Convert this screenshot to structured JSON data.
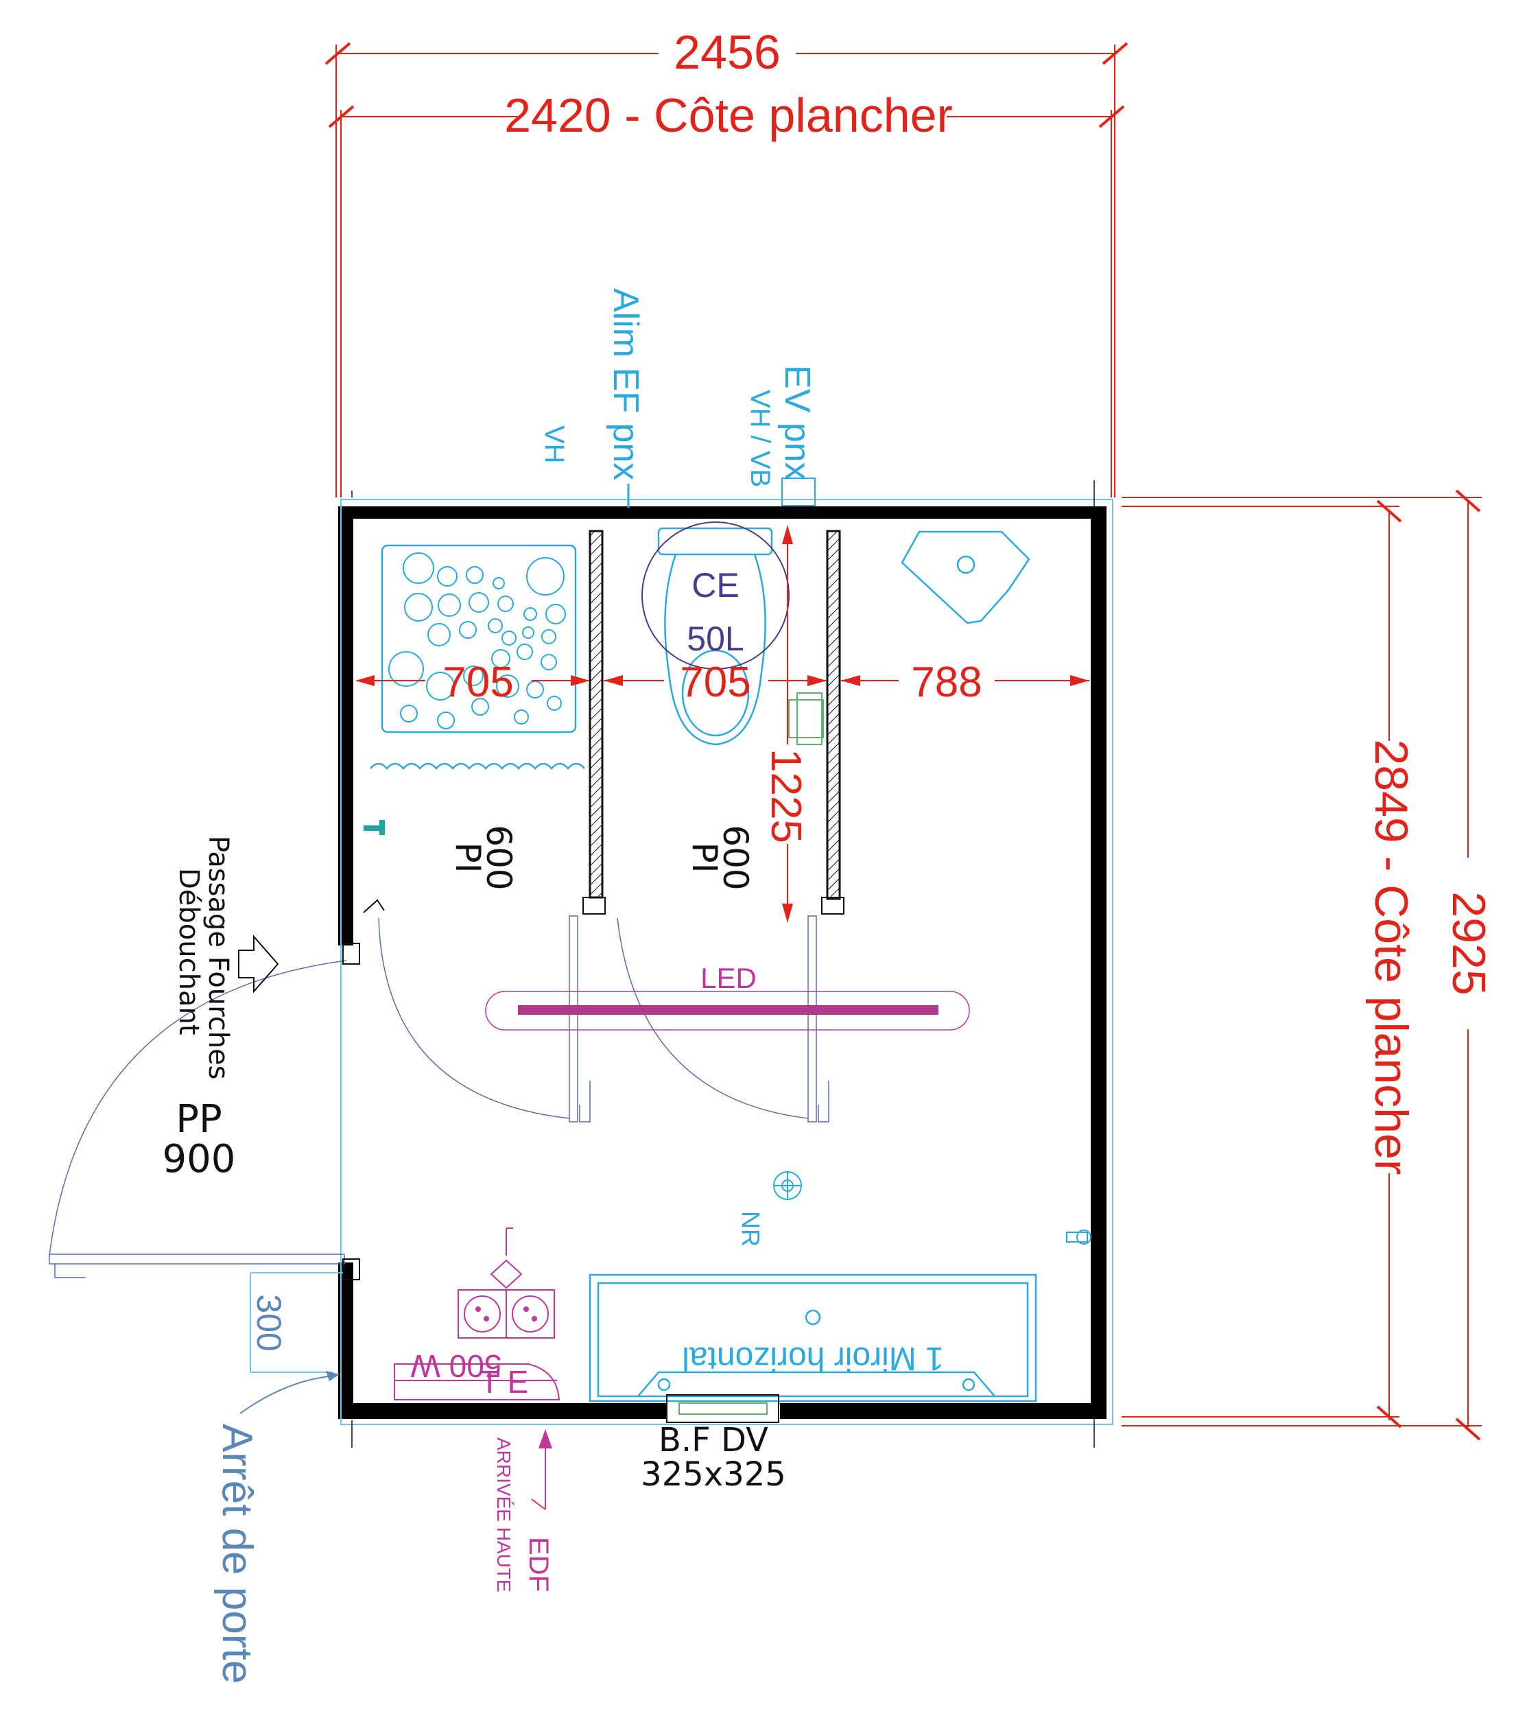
{
  "dimensions": {
    "overall_width": "2456",
    "floor_width": "2420 - Côte plancher",
    "cubicle_1_width": "705",
    "cubicle_2_width": "705",
    "basin_zone_width": "788",
    "partition_depth": "1225",
    "floor_depth": "2849 - Côte plancher",
    "overall_depth": "2925",
    "door_stop_offset": "300"
  },
  "annotations": {
    "vh": "VH",
    "alim_ef": "Alim EF pnx",
    "ev_pnx": "EV pnx",
    "vh_vb": "VH / VB",
    "water_heater_line1": "CE",
    "water_heater_line2": "50L",
    "door_1_type": "PI",
    "door_1_size": "600",
    "door_2_type": "PI",
    "door_2_size": "600",
    "forklift_line1": "Passage Fourches",
    "forklift_line2": "Débouchant",
    "main_door_type": "PP",
    "main_door_size": "900",
    "led": "LED",
    "nr": "NR",
    "mirror": "1 Miroir horizontal",
    "heater_power": "500 W",
    "te": "T E",
    "floor_drain_line1": "B.F DV",
    "floor_drain_line2": "325x325",
    "arrivee_haute": "ARRIVÉE HAUTE",
    "edf": "EDF",
    "door_stop": "Arrêt de porte"
  },
  "colors": {
    "dimension": "#e2231a",
    "plumbing": "#29a9e0",
    "electrical": "#c1369a",
    "wall": "#000000",
    "heater": "#4a3c8c"
  }
}
